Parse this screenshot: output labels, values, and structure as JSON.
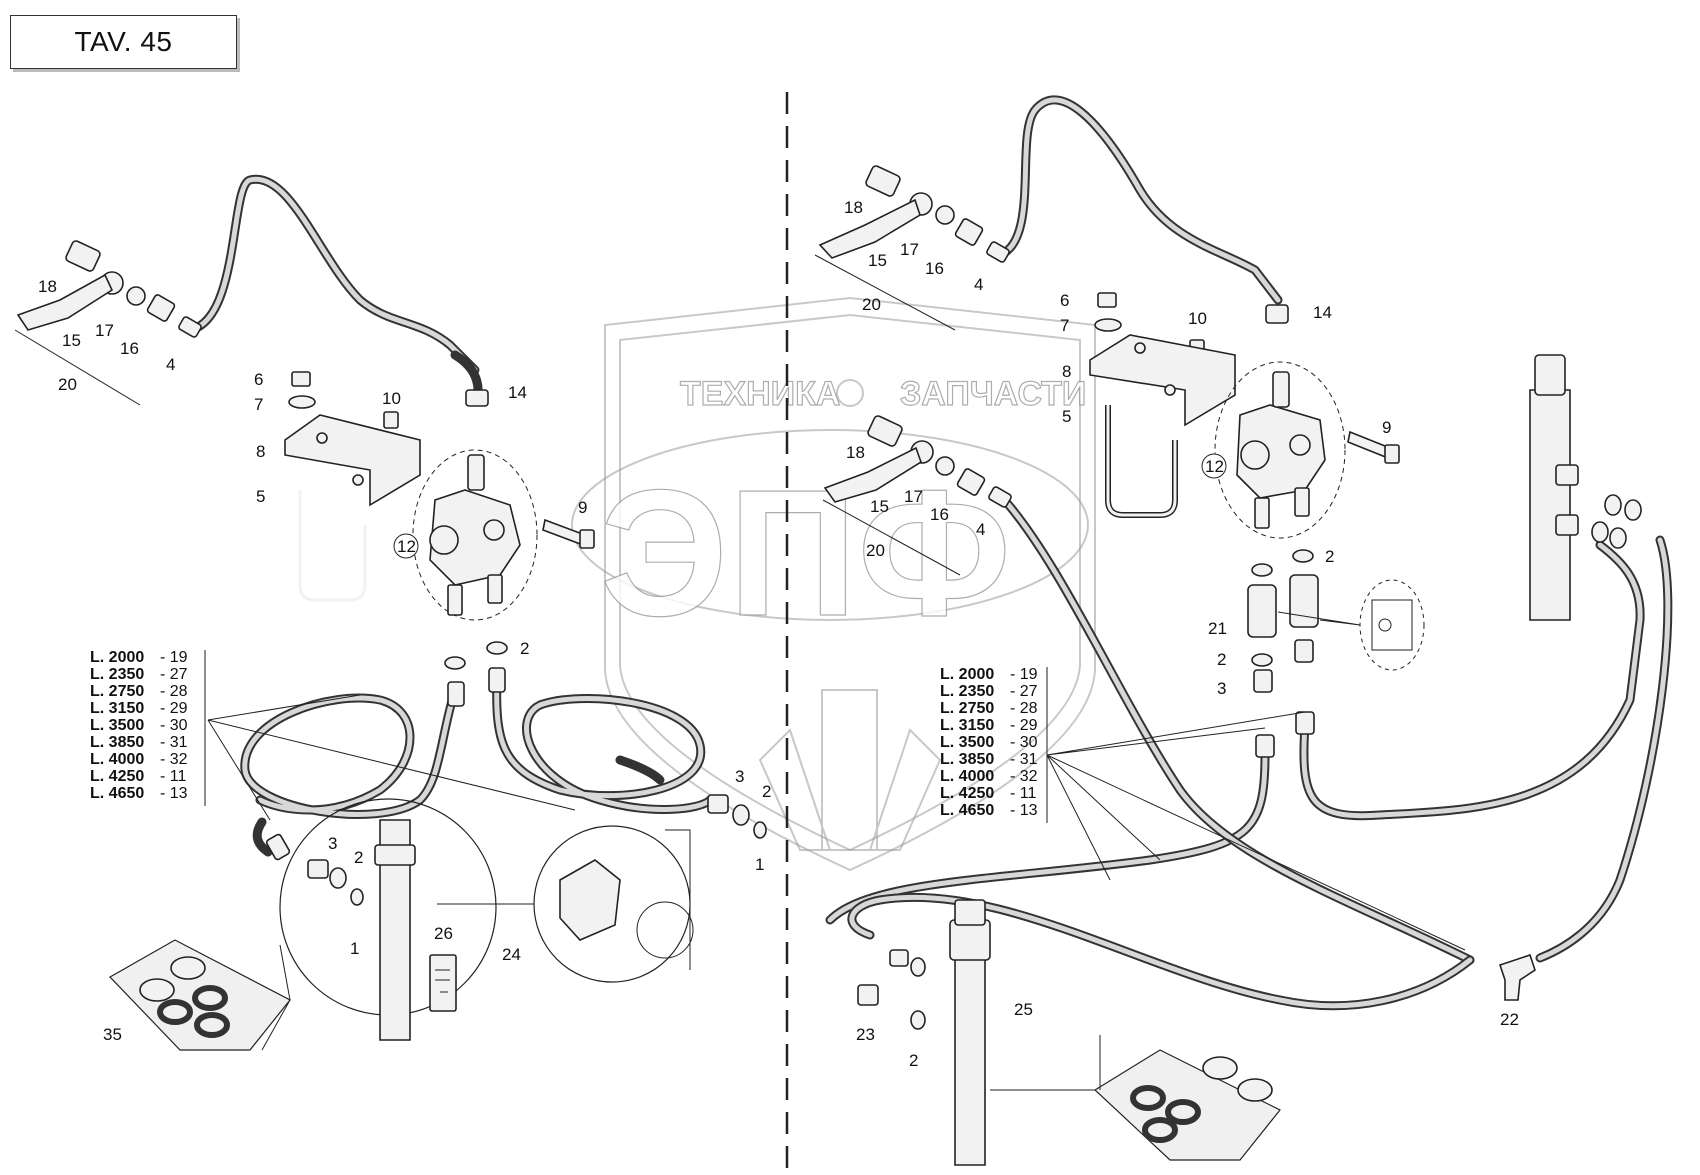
{
  "title": "TAV. 45",
  "watermark": {
    "line1_left": "ТЕХНИКА",
    "line1_right": "ЗАПЧАСТИ",
    "logo": "ЭПФ"
  },
  "lengths_left": [
    {
      "length": "L. 2000",
      "ref": "- 19"
    },
    {
      "length": "L. 2350",
      "ref": "- 27"
    },
    {
      "length": "L. 2750",
      "ref": "- 28"
    },
    {
      "length": "L. 3150",
      "ref": "- 29"
    },
    {
      "length": "L. 3500",
      "ref": "- 30"
    },
    {
      "length": "L. 3850",
      "ref": "- 31"
    },
    {
      "length": "L. 4000",
      "ref": "- 32"
    },
    {
      "length": "L. 4250",
      "ref": "- 11"
    },
    {
      "length": "L. 4650",
      "ref": "- 13"
    }
  ],
  "lengths_right": [
    {
      "length": "L. 2000",
      "ref": "- 19"
    },
    {
      "length": "L. 2350",
      "ref": "- 27"
    },
    {
      "length": "L. 2750",
      "ref": "- 28"
    },
    {
      "length": "L. 3150",
      "ref": "- 29"
    },
    {
      "length": "L. 3500",
      "ref": "- 30"
    },
    {
      "length": "L. 3850",
      "ref": "- 31"
    },
    {
      "length": "L. 4000",
      "ref": "- 32"
    },
    {
      "length": "L. 4250",
      "ref": "- 11"
    },
    {
      "length": "L. 4650",
      "ref": "- 13"
    }
  ],
  "callouts_left": {
    "c18": "18",
    "c15": "15",
    "c17": "17",
    "c16": "16",
    "c4": "4",
    "c20": "20",
    "c14": "14",
    "c6": "6",
    "c7": "7",
    "c10": "10",
    "c8": "8",
    "c5": "5",
    "c9": "9",
    "c12": "12",
    "c2": "2",
    "c3a": "3",
    "c2a": "2",
    "c1a": "1",
    "c3b": "3",
    "c2b": "2",
    "c1b": "1",
    "c26": "26",
    "c24": "24",
    "c35": "35"
  },
  "callouts_right": {
    "c18": "18",
    "c15": "15",
    "c17": "17",
    "c16": "16",
    "c4": "4",
    "c20": "20",
    "c14": "14",
    "c6": "6",
    "c7": "7",
    "c10": "10",
    "c8": "8",
    "c5": "5",
    "c9": "9",
    "c12": "12",
    "c2a": "2",
    "c21": "21",
    "c2b": "2",
    "c3": "3",
    "c18b": "18",
    "c15b": "15",
    "c17b": "17",
    "c16b": "16",
    "c4b": "4",
    "c20b": "20",
    "c25": "25",
    "c23": "23",
    "c2c": "2",
    "c22": "22"
  }
}
